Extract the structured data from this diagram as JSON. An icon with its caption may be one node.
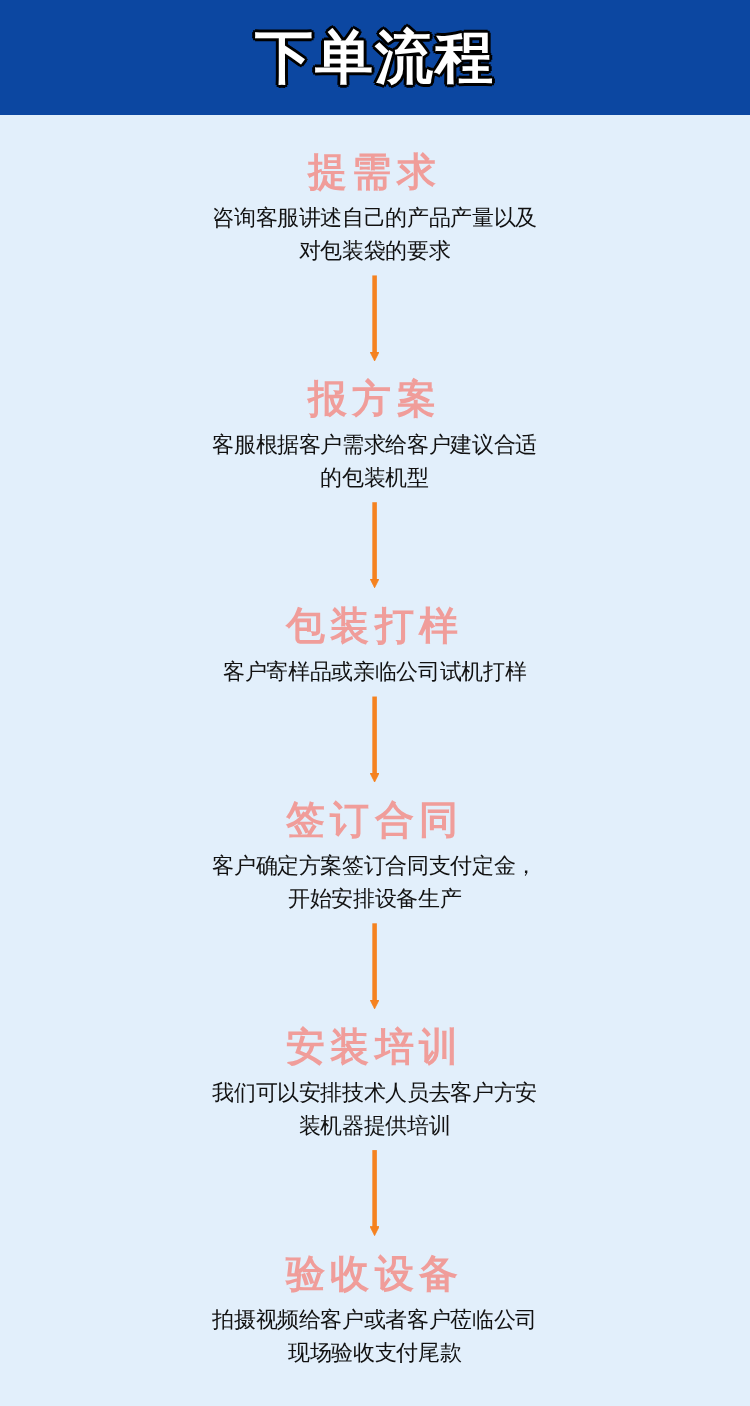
{
  "diagram": {
    "title": "下单流程",
    "nodes": [
      {
        "text": [
          "提需求",
          "咨询客服讲述自己的产品产量以及对包装袋的要求"
        ]
      },
      {
        "text": [
          "报方案",
          "客服根据客户需求给客户建议合适的包装机型"
        ]
      },
      {
        "text": [
          "包装打样",
          "客户寄样品或亲临公司试机打样"
        ]
      },
      {
        "text": [
          "签订合同",
          "客户确定方案签订合同支付定金，开始安排设备生产"
        ]
      },
      {
        "text": [
          "安装培训",
          "我们可以安排技术人员去客户方安装机器提供培训"
        ]
      },
      {
        "text": [
          "验收设备",
          "拍摄视频给客户或者客户莅临公司现场验收支付尾款"
        ]
      }
    ],
    "edges": [
      {
        "from": 0,
        "to": 1,
        "arrow": "to"
      },
      {
        "from": 1,
        "to": 2,
        "arrow": "to"
      },
      {
        "from": 2,
        "to": 3,
        "arrow": "to"
      },
      {
        "from": 3,
        "to": 4,
        "arrow": "to"
      },
      {
        "from": 4,
        "to": 5,
        "arrow": "to"
      }
    ]
  }
}
